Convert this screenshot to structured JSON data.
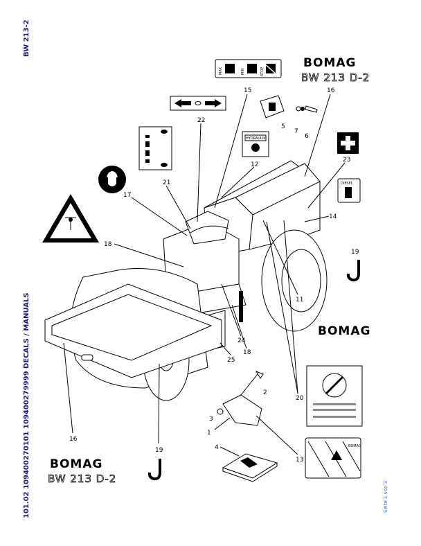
{
  "header": {
    "model": "BW 213-2"
  },
  "side_title": "101.02 10940027010​1 109400279999 DECALS / MANUALS",
  "footer": {
    "page": "Seite 1 von 3"
  },
  "brand": {
    "name": "BOMAG",
    "model": "BW 213 D-2"
  },
  "decals": {
    "max": "MAX",
    "min": "MIN",
    "stop": "STOP",
    "hydraulik": "HYDRAULIK",
    "diesel": "DIESEL",
    "small_brand": "BOMAG"
  },
  "callouts": [
    "15",
    "16",
    "5",
    "7",
    "6",
    "22",
    "12",
    "23",
    "21",
    "17",
    "14",
    "18",
    "19",
    "11",
    "24",
    "18",
    "25",
    "2",
    "20",
    "3",
    "1",
    "16",
    "19",
    "13",
    "4"
  ]
}
